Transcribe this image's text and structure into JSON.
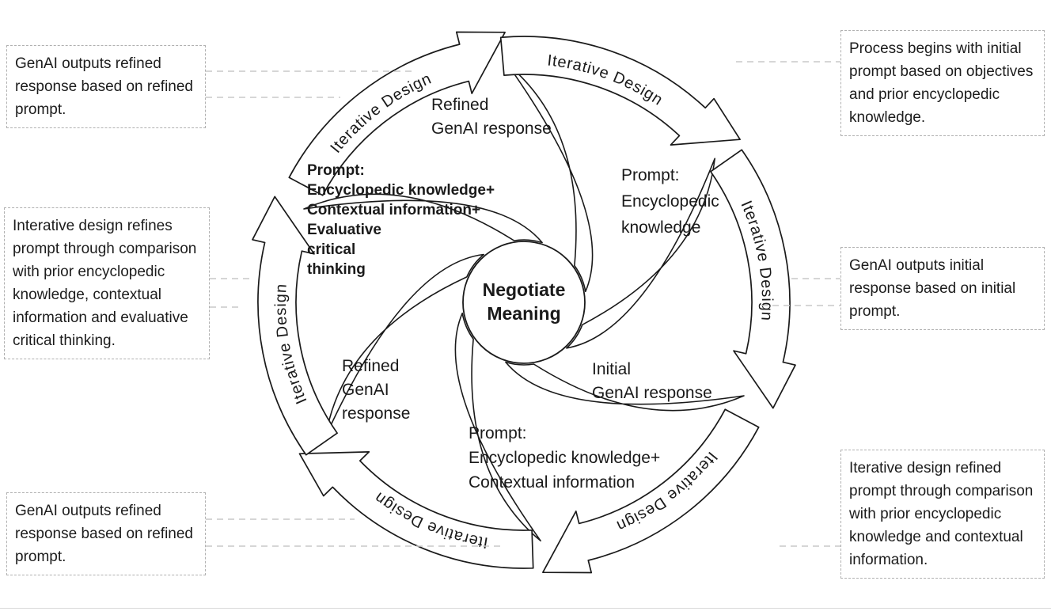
{
  "figure": {
    "center": {
      "lines": [
        "Negotiate",
        "Meaning"
      ]
    },
    "arrows": [
      {
        "label": "Iterative Design"
      },
      {
        "label": "Iterative Design"
      },
      {
        "label": "Iterative Design"
      },
      {
        "label": "Iterative Design"
      },
      {
        "label": "Iterative Design"
      },
      {
        "label": "Iterative Design"
      }
    ],
    "stages": [
      {
        "name": "refined-genai-response-top",
        "lines": [
          "Refined",
          "GenAI response"
        ]
      },
      {
        "name": "prompt-encyclopedic-knowledge",
        "lines": [
          "Prompt:",
          "Encyclopedic",
          "knowledge"
        ]
      },
      {
        "name": "initial-genai-response",
        "lines": [
          "Initial",
          "GenAI response"
        ]
      },
      {
        "name": "prompt-encyclopedic-contextual",
        "lines": [
          "Prompt:",
          "Encyclopedic knowledge+",
          "Contextual information"
        ]
      },
      {
        "name": "refined-genai-response-left",
        "lines": [
          "Refined",
          "GenAI",
          "response"
        ]
      },
      {
        "name": "prompt-encyclopedic-contextual-evaluative",
        "lines": [
          "Prompt:",
          "Encyclopedic knowledge+",
          "Contextual information+",
          "Evaluative",
          "critical",
          "thinking"
        ]
      }
    ],
    "callouts": [
      {
        "position": "top-left",
        "text": "GenAI outputs refined response based on refined prompt."
      },
      {
        "position": "top-right",
        "text": "Process begins with initial prompt based on objectives and prior encyclopedic knowledge."
      },
      {
        "position": "mid-right",
        "text": "GenAI outputs initial response based on initial prompt."
      },
      {
        "position": "bottom-right",
        "text": "Iterative design refined prompt through comparison with prior encyclopedic knowledge and contextual information."
      },
      {
        "position": "mid-left",
        "text": "Interative design refines prompt through comparison with prior encyclopedic knowledge, contextual information and evaluative critical thinking."
      },
      {
        "position": "bottom-left",
        "text": "GenAI outputs refined response based on refined prompt."
      }
    ],
    "colors": {
      "stroke": "#1a1a1a",
      "callout_border": "#b0b0b0",
      "connector": "#c8c8c8",
      "background": "#ffffff"
    }
  }
}
